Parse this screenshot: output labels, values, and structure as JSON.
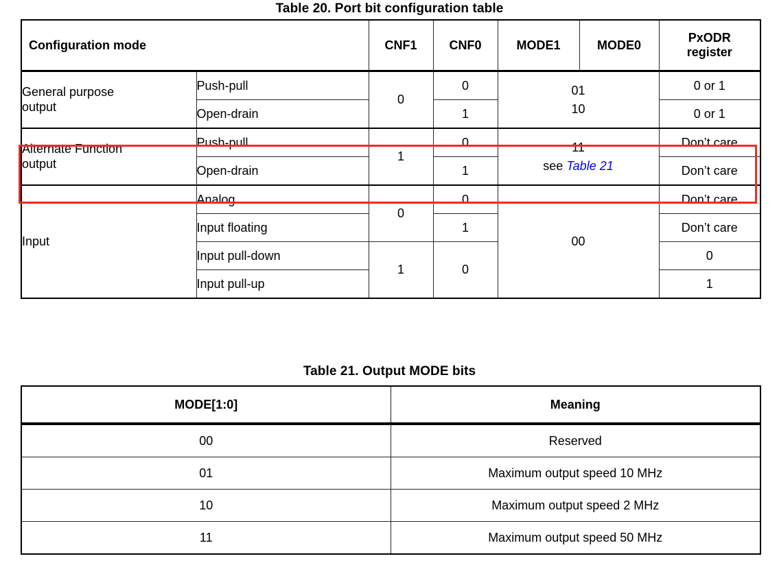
{
  "table20": {
    "title": "Table 20. Port bit configuration table",
    "headers": {
      "config_mode": "Configuration mode",
      "cnf1": "CNF1",
      "cnf0": "CNF0",
      "mode1": "MODE1",
      "mode0": "MODE0",
      "pxodr_line1": "PxODR",
      "pxodr_line2": "register"
    },
    "groups": [
      {
        "name": "General purpose\noutput",
        "name_line1": "General purpose",
        "name_line2": "output",
        "cnf1": "0",
        "mode_line1": "01",
        "mode_line2": "10",
        "rows": [
          {
            "sub": "Push-pull",
            "cnf0": "0",
            "pxodr": "0 or 1"
          },
          {
            "sub": "Open-drain",
            "cnf0": "1",
            "pxodr": "0 or 1"
          }
        ]
      },
      {
        "name_line1": "Alternate Function",
        "name_line2": "output",
        "cnf1": "1",
        "mode_line1": "11",
        "mode_see_prefix": "see ",
        "mode_see_link": "Table 21",
        "rows": [
          {
            "sub": "Push-pull",
            "cnf0": "0",
            "pxodr": "Don’t care"
          },
          {
            "sub": "Open-drain",
            "cnf0": "1",
            "pxodr": "Don’t care"
          }
        ]
      },
      {
        "name_line1": "Input",
        "name_line2": "",
        "mode_line1": "00",
        "rows": [
          {
            "sub": "Analog",
            "cnf1": "0",
            "cnf0": "0",
            "pxodr": "Don’t care"
          },
          {
            "sub": "Input floating",
            "cnf0": "1",
            "pxodr": "Don’t care"
          },
          {
            "sub": "Input pull-down",
            "cnf1": "1",
            "cnf0": "0",
            "pxodr": "0"
          },
          {
            "sub": "Input pull-up",
            "pxodr": "1"
          }
        ]
      }
    ],
    "highlight_color": "#ee2d24",
    "link_color": "#0000ff"
  },
  "table21": {
    "title": "Table 21. Output MODE bits",
    "headers": {
      "mode": "MODE[1:0]",
      "meaning": "Meaning"
    },
    "rows": [
      {
        "mode": "00",
        "meaning": "Reserved"
      },
      {
        "mode": "01",
        "meaning": "Maximum output speed 10 MHz"
      },
      {
        "mode": "10",
        "meaning": "Maximum output speed 2 MHz"
      },
      {
        "mode": "11",
        "meaning": "Maximum output speed 50 MHz"
      }
    ]
  },
  "chart_data": {
    "type": "table",
    "title": "Table 20. Port bit configuration table",
    "columns": [
      "Configuration mode",
      "",
      "CNF1",
      "CNF0",
      "MODE1",
      "MODE0",
      "PxODR register"
    ],
    "rows": [
      [
        "General purpose output",
        "Push-pull",
        "0",
        "0",
        "01",
        "01",
        "0 or 1"
      ],
      [
        "General purpose output",
        "Open-drain",
        "0",
        "1",
        "10",
        "10",
        "0 or 1"
      ],
      [
        "Alternate Function output",
        "Push-pull",
        "1",
        "0",
        "11 see Table 21",
        "11 see Table 21",
        "Don’t care"
      ],
      [
        "Alternate Function output",
        "Open-drain",
        "1",
        "1",
        "11 see Table 21",
        "11 see Table 21",
        "Don’t care"
      ],
      [
        "Input",
        "Analog",
        "0",
        "0",
        "00",
        "00",
        "Don’t care"
      ],
      [
        "Input",
        "Input floating",
        "0",
        "1",
        "00",
        "00",
        "Don’t care"
      ],
      [
        "Input",
        "Input pull-down",
        "1",
        "0",
        "00",
        "00",
        "0"
      ],
      [
        "Input",
        "Input pull-up",
        "1",
        "0",
        "00",
        "00",
        "1"
      ]
    ]
  }
}
